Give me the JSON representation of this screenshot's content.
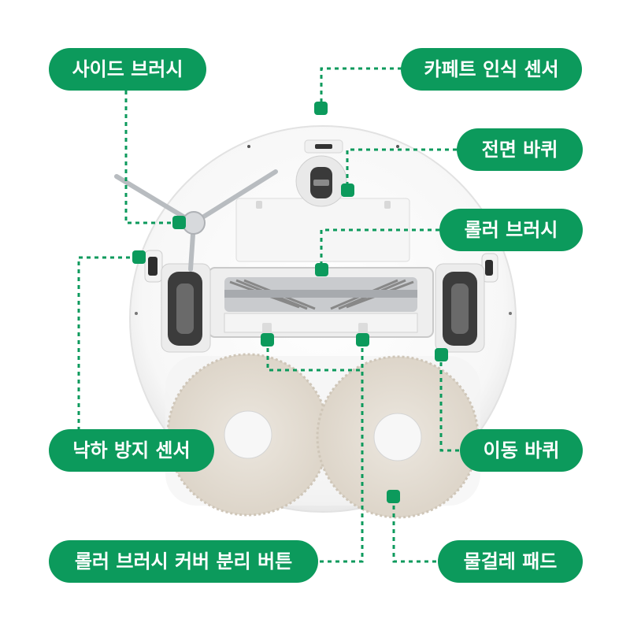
{
  "colors": {
    "accent": "#0c9a5c",
    "robot_body": "#fbfbfb",
    "robot_shadow": "#e6e6e6",
    "pad": "#e4ddd3",
    "wheel": "#3b3b3b",
    "brush_arm": "#b9bcc0"
  },
  "labels": {
    "side_brush": "사이드 브러시",
    "carpet_sensor": "카페트 인식 센서",
    "front_wheel": "전면 바퀴",
    "roller_brush": "롤러 브러시",
    "cliff_sensor": "낙하 방지 센서",
    "drive_wheel": "이동 바퀴",
    "roller_cover_release": "롤러 브러시 커버 분리 버튼",
    "mop_pad": "물걸레 패드"
  }
}
